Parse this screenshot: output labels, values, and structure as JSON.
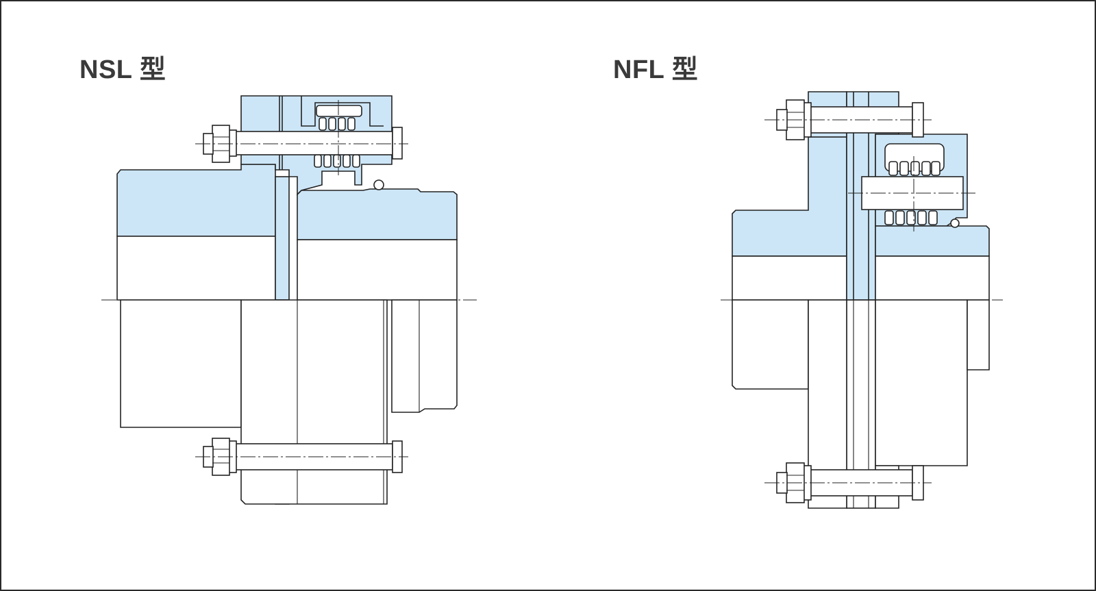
{
  "diagrams": [
    {
      "id": "nsl",
      "title": "NSL 型"
    },
    {
      "id": "nfl",
      "title": "NFL 型"
    }
  ],
  "colors": {
    "section_fill": "#cde6f7",
    "line": "#222222",
    "title": "#3a3a3a",
    "frame": "#2a2a2a"
  }
}
